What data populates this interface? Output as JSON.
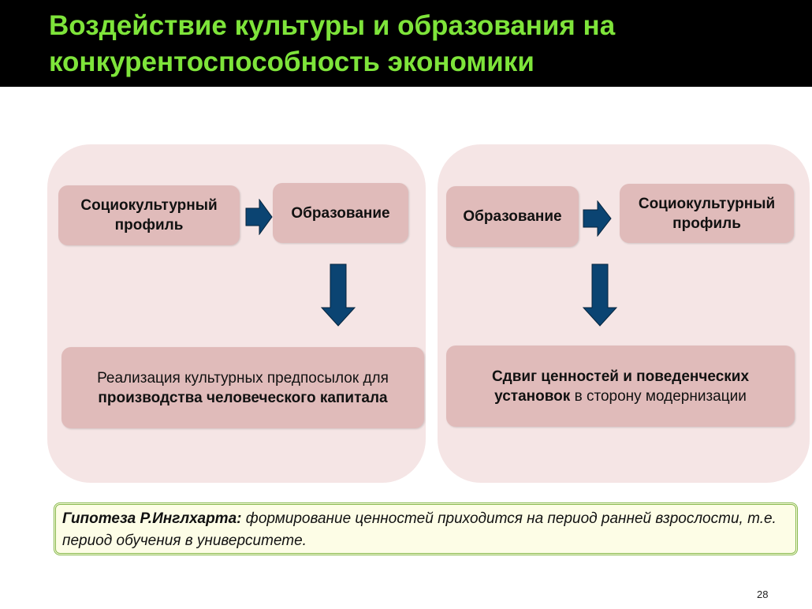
{
  "title": {
    "line1": "Воздействие культуры и образования на",
    "line2": "конкурентоспособность экономики"
  },
  "left_panel": {
    "box1": "Социокультурный профиль",
    "box2": "Образование",
    "result": {
      "normal1": "Реализация культурных предпосылок для ",
      "bold": "производства человеческого капитала"
    }
  },
  "right_panel": {
    "box1": "Образование",
    "box2": "Социокультурный профиль",
    "result": {
      "bold": "Сдвиг ценностей и поведенческих установок",
      "normal": " в сторону модернизации"
    }
  },
  "note": {
    "bold": "Гипотеза Р.Инглхарта:",
    "text": " формирование ценностей приходится на период ранней взрослости, т.е. период обучения в университете."
  },
  "page_number": "28",
  "colors": {
    "title": "#7ee43a",
    "arrow": "#0b4472",
    "panel": "#f5e5e5",
    "box": "#e0bbba"
  }
}
